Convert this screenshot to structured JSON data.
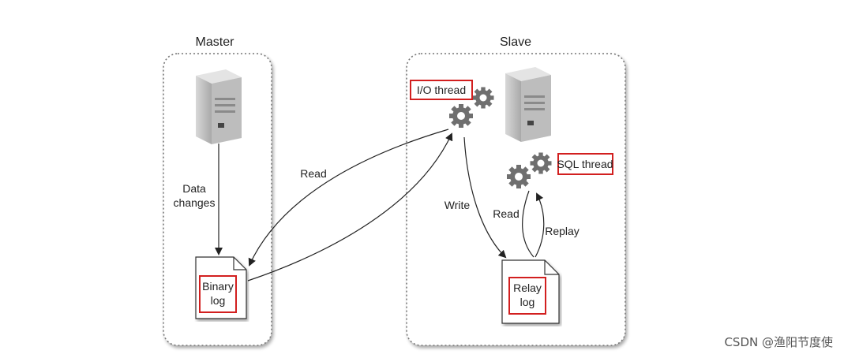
{
  "master": {
    "title": "Master"
  },
  "slave": {
    "title": "Slave"
  },
  "labels": {
    "data_changes_line1": "Data",
    "data_changes_line2": "changes",
    "read_master": "Read",
    "write": "Write",
    "read_slave": "Read",
    "replay": "Replay"
  },
  "binary_log": {
    "line1": "Binary",
    "line2": "log"
  },
  "relay_log": {
    "line1": "Relay",
    "line2": "log"
  },
  "io_thread": {
    "label": "I/O thread"
  },
  "sql_thread": {
    "label": "SQL thread"
  },
  "watermark": "CSDN @渔阳节度使",
  "colors": {
    "highlight": "#d21f1f",
    "gear": "#6f6f6f",
    "server": "#c9c9c9",
    "dotted": "#777777"
  }
}
